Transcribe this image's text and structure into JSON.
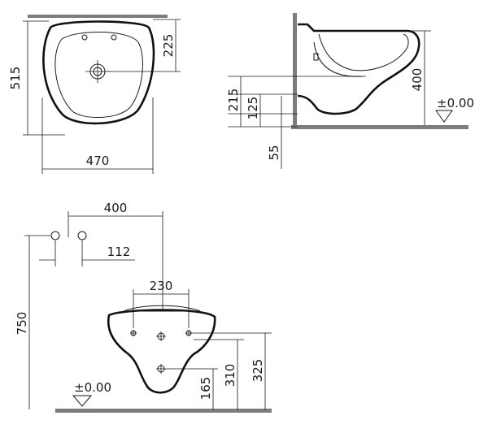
{
  "top_view": {
    "depth": "225",
    "length": "515",
    "width": "470"
  },
  "side_view": {
    "height_400": "400",
    "height_215": "215",
    "height_125": "125",
    "height_55": "55",
    "level": "±0.00"
  },
  "front_view": {
    "tap_spacing": "400",
    "tap_offset": "112",
    "overall_height": "750",
    "bowl_width": "230",
    "fixing_310": "310",
    "fixing_325": "325",
    "fixing_165": "165",
    "level": "±0.00"
  }
}
